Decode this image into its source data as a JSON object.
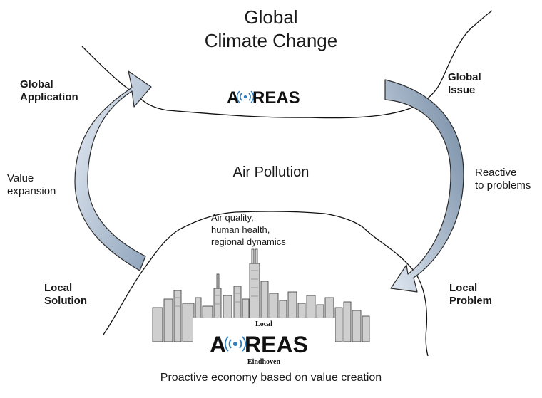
{
  "title": "Global\nClimate Change",
  "center_label": "Air Pollution",
  "footer": "Proactive economy based on value creation",
  "corner_labels": {
    "global_application": "Global\nApplication",
    "global_issue": "Global\nIssue",
    "local_solution": "Local\nSolution",
    "local_problem": "Local\nProblem"
  },
  "side_labels": {
    "value_expansion": "Value\nexpansion",
    "reactive": "Reactive\nto problems"
  },
  "local_topics": "Air quality,\nhuman health,\nregional dynamics",
  "top_logo": {
    "prefix": "A",
    "suffix": "REAS",
    "signal_icon": "signal-waves-icon"
  },
  "bottom_logo": {
    "top_text": "Local",
    "prefix": "A",
    "suffix": "REAS",
    "bottom_text": "Eindhoven",
    "signal_icon": "signal-waves-icon"
  },
  "colors": {
    "arrow_fill": "#d6e2ef",
    "arrow_fill_dark": "#7f95ad",
    "line": "#111111",
    "signal": "#2f7fc1"
  }
}
